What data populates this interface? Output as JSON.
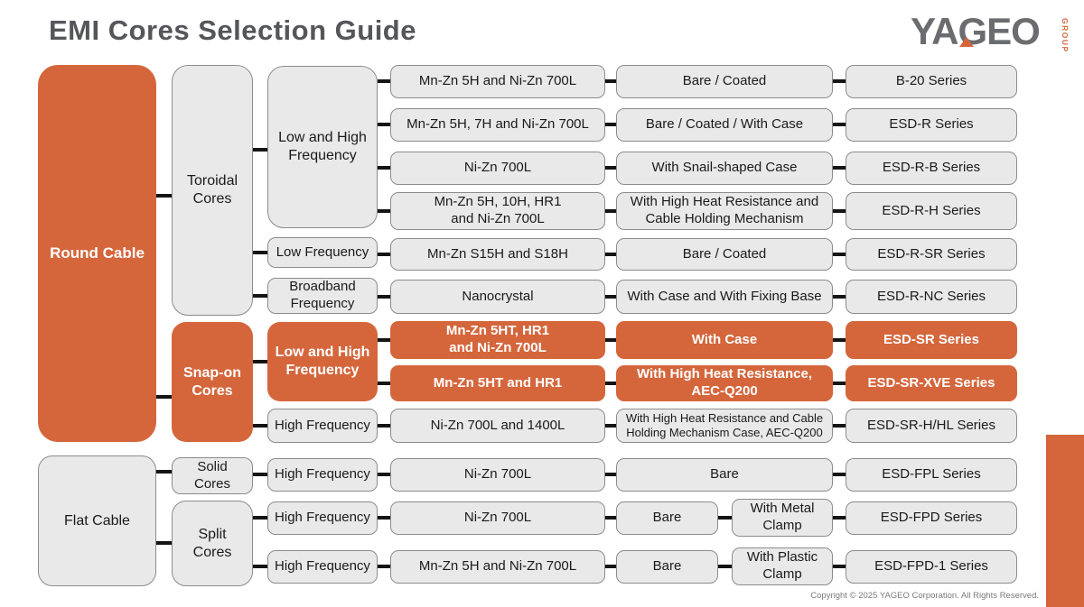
{
  "title": "EMI Cores Selection Guide",
  "logo": {
    "brand": "YAGEO",
    "group": "GROUP"
  },
  "colors": {
    "accent_orange": "#D5663C",
    "box_gray_fill": "#E9E9E9",
    "box_gray_border": "#8C8C8C",
    "title_gray": "#55565A",
    "logo_gray": "#6B6C6F",
    "connector_black": "#141414"
  },
  "cables": {
    "round": "Round Cable",
    "flat": "Flat Cable"
  },
  "cores": {
    "toroidal": "Toroidal\nCores",
    "snap_on": "Snap-on\nCores",
    "solid": "Solid\nCores",
    "split": "Split\nCores"
  },
  "frequencies": {
    "toroidal_low_high": "Low and High\nFrequency",
    "toroidal_low": "Low Frequency",
    "toroidal_broadband": "Broadband\nFrequency",
    "snap_low_high": "Low and High\nFrequency",
    "snap_high": "High Frequency",
    "solid_high": "High Frequency",
    "split_high_1": "High Frequency",
    "split_high_2": "High Frequency"
  },
  "rows": [
    {
      "material": "Mn-Zn 5H and Ni-Zn 700L",
      "case": "Bare / Coated",
      "series": "B-20 Series"
    },
    {
      "material": "Mn-Zn 5H, 7H and Ni-Zn 700L",
      "case": "Bare / Coated / With Case",
      "series": "ESD-R Series"
    },
    {
      "material": "Ni-Zn 700L",
      "case": "With Snail-shaped Case",
      "series": "ESD-R-B Series"
    },
    {
      "material": "Mn-Zn 5H, 10H, HR1\nand Ni-Zn 700L",
      "case": "With High Heat Resistance and\nCable Holding Mechanism",
      "series": "ESD-R-H Series"
    },
    {
      "material": "Mn-Zn S15H and S18H",
      "case": "Bare / Coated",
      "series": "ESD-R-SR Series"
    },
    {
      "material": "Nanocrystal",
      "case": "With Case and With Fixing Base",
      "series": "ESD-R-NC Series"
    },
    {
      "material": "Mn-Zn 5HT, HR1\nand Ni-Zn 700L",
      "case": "With Case",
      "series": "ESD-SR Series",
      "highlight": true
    },
    {
      "material": "Mn-Zn 5HT and HR1",
      "case": "With High Heat Resistance,\nAEC-Q200",
      "series": "ESD-SR-XVE Series",
      "highlight": true
    },
    {
      "material": "Ni-Zn 700L and 1400L",
      "case": "With High Heat Resistance and Cable\nHolding Mechanism Case, AEC-Q200",
      "series": "ESD-SR-H/HL Series"
    },
    {
      "material": "Ni-Zn 700L",
      "case": "Bare",
      "series": "ESD-FPL Series"
    },
    {
      "material": "Ni-Zn 700L",
      "case": "Bare",
      "case2": "With Metal\nClamp",
      "series": "ESD-FPD Series"
    },
    {
      "material": "Mn-Zn 5H and Ni-Zn 700L",
      "case": "Bare",
      "case2": "With Plastic\nClamp",
      "series": "ESD-FPD-1 Series"
    }
  ],
  "copyright": "Copyright © 2025 YAGEO Corporation. All Rights Reserved."
}
